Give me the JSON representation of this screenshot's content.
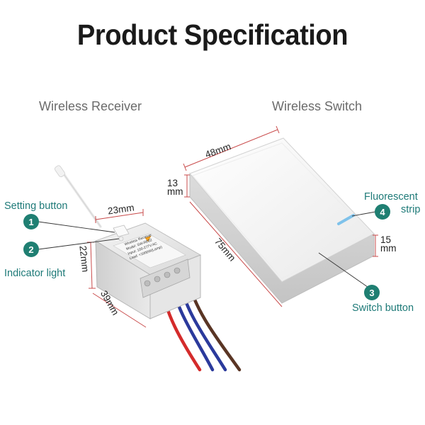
{
  "title": "Product Specification",
  "receiver": {
    "heading": "Wireless Receiver",
    "dims": {
      "top": "23mm",
      "side": "22mm",
      "length": "39mm"
    },
    "callouts": [
      {
        "number": "1",
        "label": "Setting button"
      },
      {
        "number": "2",
        "label": "Indicator light"
      }
    ],
    "label_lines": [
      "Wireless Receiver",
      "Model: SW-RE02",
      "Input: 100-277V AC",
      "Load: <1000W(Lamp)"
    ]
  },
  "switch": {
    "heading": "Wireless Switch",
    "dims": {
      "width": "48mm",
      "height": "75mm",
      "depth_top_value": "13",
      "depth_top_unit": "mm",
      "depth_side_value": "15",
      "depth_side_unit": "mm"
    },
    "callouts": [
      {
        "number": "3",
        "label": "Switch button"
      },
      {
        "number": "4",
        "label_line1": "Fluorescent",
        "label_line2": "strip"
      }
    ]
  },
  "colors": {
    "callout_text": "#1e7a78",
    "badge": "#1f7f72",
    "dimension_line": "#c94b4b",
    "wire_red": "#d42b2b",
    "wire_blue": "#2b3a9c",
    "wire_brown": "#5a3524"
  }
}
